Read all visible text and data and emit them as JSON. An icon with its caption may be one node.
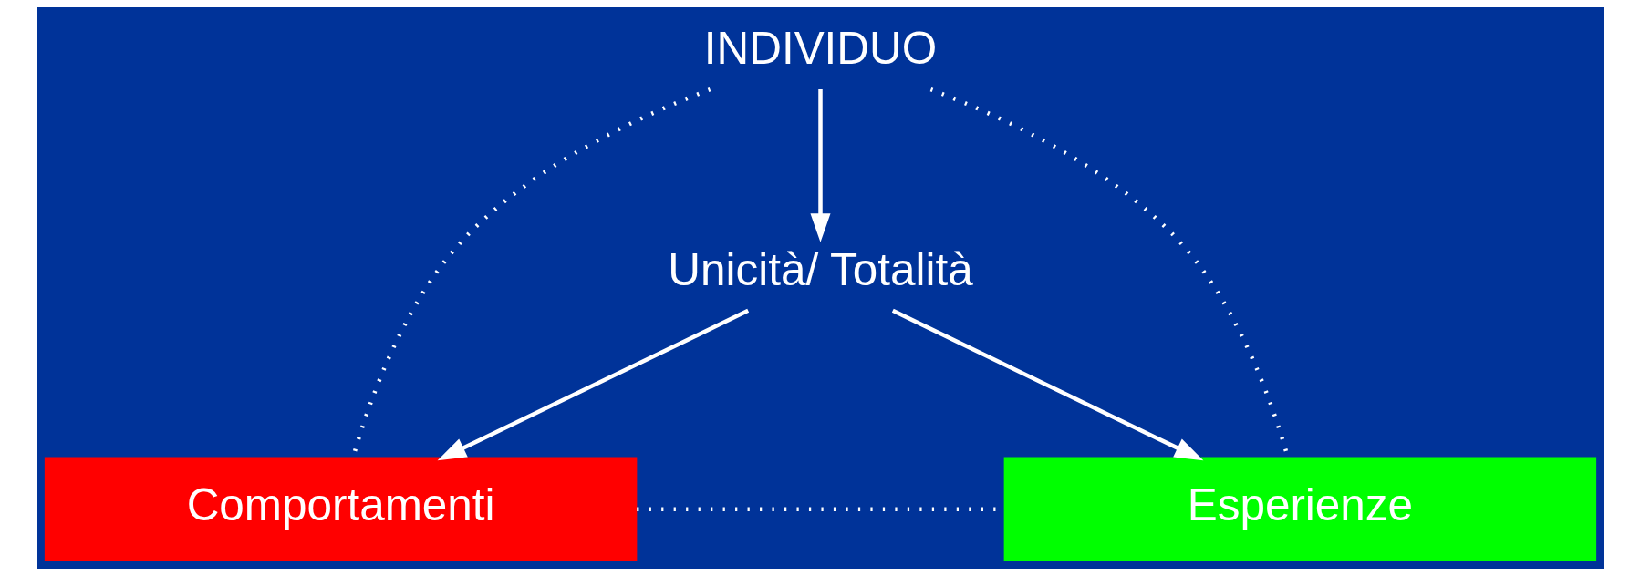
{
  "diagram": {
    "nodes": [
      {
        "text": [
          "INDIVIDUO"
        ]
      },
      {
        "text": [
          "Unicità/ Totalità"
        ]
      },
      {
        "text": [
          "Comportamenti"
        ]
      },
      {
        "text": [
          "Esperienze"
        ]
      }
    ],
    "edges": [
      {
        "from": 0,
        "to": 1,
        "arrow": "to"
      },
      {
        "from": 0,
        "to": 2,
        "arrow": "none",
        "style": "dashed"
      },
      {
        "from": 0,
        "to": 3,
        "arrow": "none",
        "style": "dashed"
      },
      {
        "from": 2,
        "to": 3,
        "arrow": "none",
        "style": "dashed"
      },
      {
        "from": 1,
        "to": 2,
        "arrow": "to"
      },
      {
        "from": 1,
        "to": 3,
        "arrow": "to"
      }
    ]
  }
}
